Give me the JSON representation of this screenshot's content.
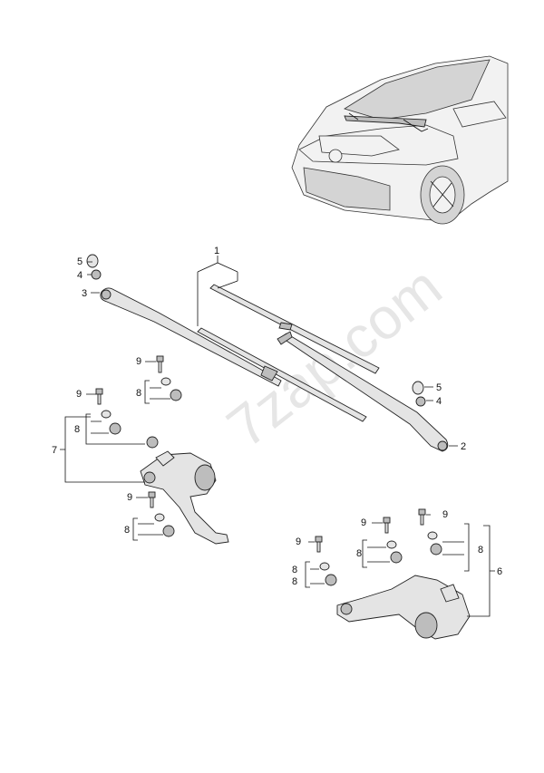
{
  "watermark": "7zap.com",
  "callouts": {
    "c1": "1",
    "c2": "2",
    "c3": "3",
    "c4a": "4",
    "c4b": "4",
    "c5a": "5",
    "c5b": "5",
    "c6": "6",
    "c7": "7",
    "c8": [
      "8",
      "8",
      "8",
      "8",
      "8",
      "8",
      "8"
    ],
    "c9": [
      "9",
      "9",
      "9",
      "9",
      "9",
      "9"
    ]
  },
  "parts": {
    "vehicle": "car-overview-icon",
    "wiper_arm_left": "wiper-arm-icon",
    "wiper_arm_right": "wiper-arm-icon",
    "wiper_blade": "wiper-blade-icon",
    "motor_left": "wiper-motor-icon",
    "motor_right": "wiper-motor-icon",
    "bolt": "bolt-icon",
    "nut": "nut-icon",
    "cap": "cap-icon"
  }
}
